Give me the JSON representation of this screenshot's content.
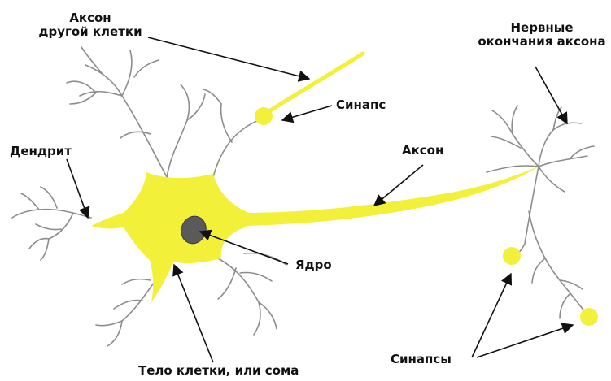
{
  "labels": {
    "axon_other_cell": [
      "Аксон",
      "другой клетки"
    ],
    "nerve_endings": [
      "Нервные",
      "окончания аксона"
    ],
    "synapse": "Синапс",
    "dendrite": "Дендрит",
    "axon": "Аксон",
    "nucleus": "Ядро",
    "cell_body": "Тело клетки, или сома",
    "synapses": "Синапсы"
  },
  "colors": {
    "cell_fill": "#f3f03a",
    "dendrite_stroke": "#8c8c8c",
    "nucleus": "#5a5a5a",
    "arrow": "#111111",
    "text": "#111111"
  }
}
